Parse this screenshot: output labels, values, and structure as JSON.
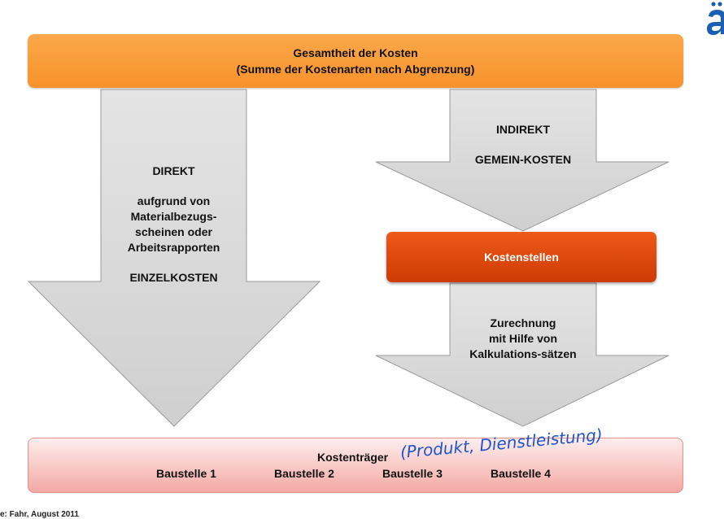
{
  "top": {
    "line1": "Gesamtheit der Kosten",
    "line2": "(Summe der Kostenarten nach Abgrenzung)"
  },
  "left_arrow": {
    "l1": "DIREKT",
    "l2": "aufgrund von",
    "l3": "Materialbezugs-",
    "l4": "scheinen oder",
    "l5": "Arbeitsrapporten",
    "l6": "EINZELKOSTEN"
  },
  "right_upper_arrow": {
    "l1": "INDIREKT",
    "l2": "GEMEIN-KOSTEN"
  },
  "kostenstellen": "Kostenstellen",
  "right_lower_arrow": {
    "l1": "Zurechnung",
    "l2": "mit Hilfe von",
    "l3": "Kalkulations-sätzen"
  },
  "bottom": {
    "title": "Kostenträger",
    "handwritten": "(Produkt, Dienstleistung)",
    "items": [
      "Baustelle 1",
      "Baustelle 2",
      "Baustelle 3",
      "Baustelle 4"
    ]
  },
  "footer": "e: Fahr, August 2011",
  "colors": {
    "top_box": "#f7922b",
    "kostenstellen_box": "#dd4a0c",
    "bottom_box": "#f4a8a3",
    "arrows": "#d6d6d6",
    "handwriting": "#1f55c9"
  }
}
